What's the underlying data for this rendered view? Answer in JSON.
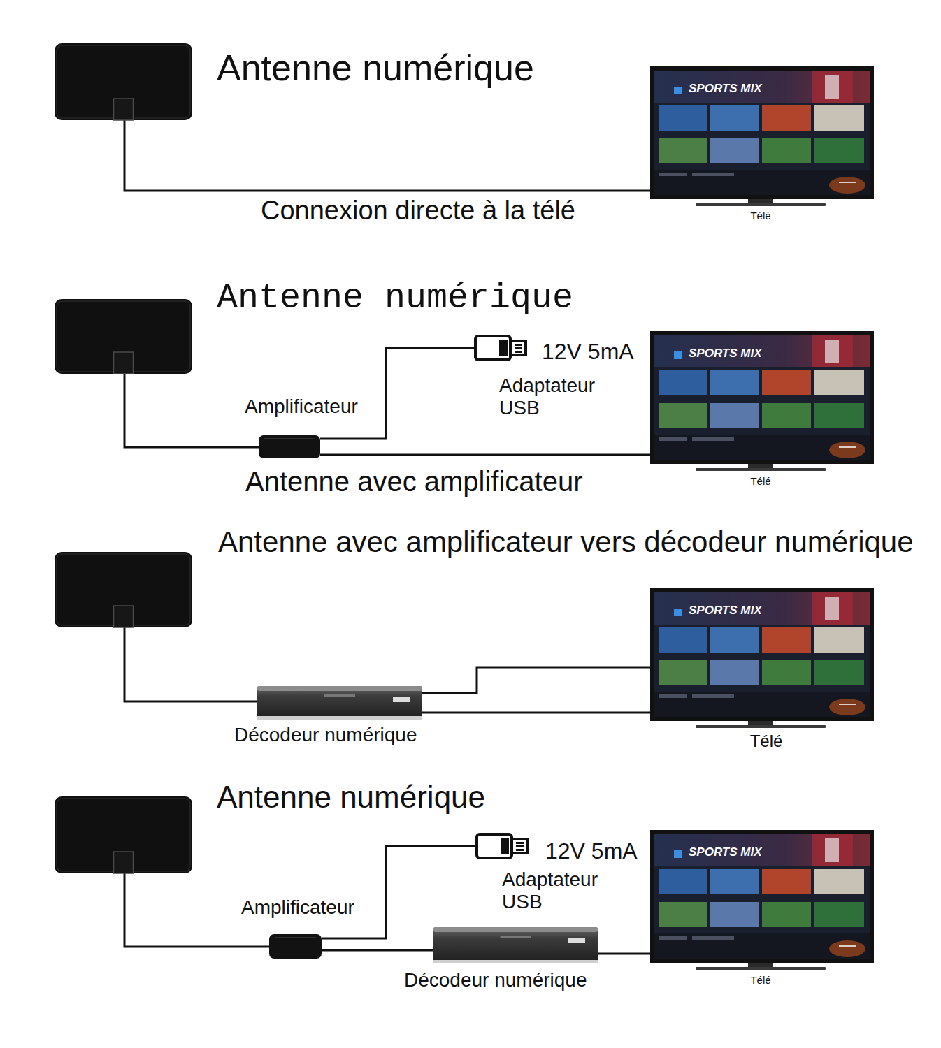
{
  "diagram": {
    "nodes": [
      {
        "text": [
          "Antenne numérique"
        ]
      },
      {
        "text": [
          "Télé"
        ]
      },
      {
        "text": [
          "Antenne numérique"
        ]
      },
      {
        "text": [
          "Amplificateur"
        ]
      },
      {
        "text": [
          "12V 5mA",
          "Adaptateur USB"
        ]
      },
      {
        "text": [
          "Télé"
        ]
      },
      {
        "text": [
          "Antenne avec amplificateur vers décodeur numérique"
        ]
      },
      {
        "text": [
          "Décodeur numérique"
        ]
      },
      {
        "text": [
          "Télé"
        ]
      },
      {
        "text": [
          "Antenne numérique"
        ]
      },
      {
        "text": [
          "Amplificateur"
        ]
      },
      {
        "text": [
          "12V 5mA",
          "Adaptateur USB"
        ]
      },
      {
        "text": [
          "Décodeur numérique"
        ]
      },
      {
        "text": [
          "Télé"
        ]
      }
    ],
    "edges": [
      {
        "from": 0,
        "to": 1,
        "arrow": "none",
        "label": "Connexion directe à la télé"
      },
      {
        "from": 2,
        "to": 3,
        "arrow": "none"
      },
      {
        "from": 3,
        "to": 4,
        "arrow": "none"
      },
      {
        "from": 3,
        "to": 5,
        "arrow": "none",
        "label": "Antenne avec amplificateur"
      },
      {
        "from": 6,
        "to": 7,
        "arrow": "none"
      },
      {
        "from": 7,
        "to": 8,
        "arrow": "none"
      },
      {
        "from": 7,
        "to": 8,
        "arrow": "none"
      },
      {
        "from": 9,
        "to": 10,
        "arrow": "none"
      },
      {
        "from": 10,
        "to": 11,
        "arrow": "none"
      },
      {
        "from": 10,
        "to": 12,
        "arrow": "none"
      },
      {
        "from": 12,
        "to": 13,
        "arrow": "none"
      }
    ],
    "labels": [
      "SPORTS MIX",
      "SPORTS MIX",
      "SPORTS MIX",
      "SPORTS MIX"
    ]
  }
}
